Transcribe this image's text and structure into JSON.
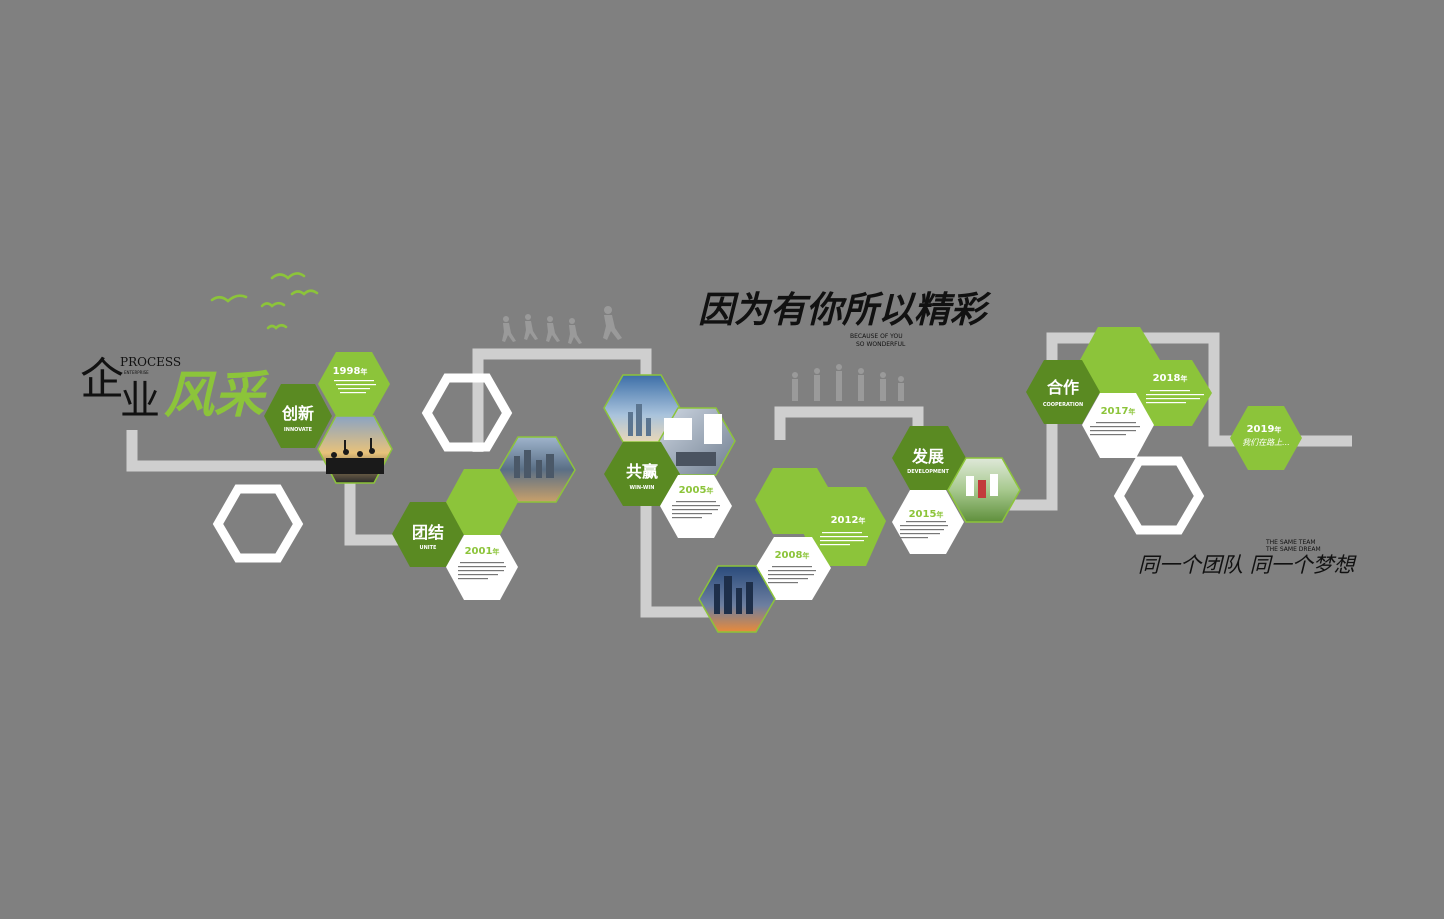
{
  "colors": {
    "background": "#808080",
    "dark_green": "#5a8a22",
    "light_green": "#8cc43a",
    "white": "#ffffff",
    "track": "#cfcfcf"
  },
  "title": {
    "cn_left": "企",
    "cn_bottom": "业",
    "cn_script": "风采",
    "en_process": "PROCESS",
    "en_small": "ENTERPRISE"
  },
  "slogan": {
    "main": "因为有你所以精彩",
    "en_line1": "BECAUSE OF YOU",
    "en_line2": "SO WONDERFUL"
  },
  "slogan2": {
    "en_line1": "THE SAME TEAM",
    "en_line2": "THE SAME DREAM",
    "main": "同一个团队 同一个梦想"
  },
  "values": [
    {
      "cn": "创新",
      "en": "INNOVATE"
    },
    {
      "cn": "团结",
      "en": "UNITE"
    },
    {
      "cn": "共赢",
      "en": "WIN-WIN"
    },
    {
      "cn": "发展",
      "en": "DEVELOPMENT"
    },
    {
      "cn": "合作",
      "en": "COOPERATION"
    }
  ],
  "years": [
    {
      "year": "1998",
      "suffix": "年"
    },
    {
      "year": "2001",
      "suffix": "年"
    },
    {
      "year": "2005",
      "suffix": "年"
    },
    {
      "year": "2008",
      "suffix": "年"
    },
    {
      "year": "2012",
      "suffix": "年"
    },
    {
      "year": "2015",
      "suffix": "年"
    },
    {
      "year": "2017",
      "suffix": "年"
    },
    {
      "year": "2018",
      "suffix": "年"
    },
    {
      "year": "2019",
      "suffix": "年",
      "note": "我们在路上..."
    }
  ]
}
